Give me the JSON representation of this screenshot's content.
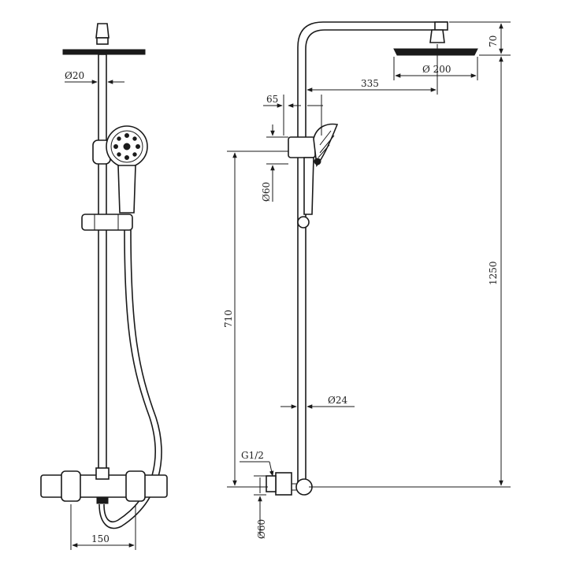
{
  "colors": {
    "ink": "#1a1a1a",
    "background": "#ffffff"
  },
  "front_view": {
    "pipe_diameter_label": "Ø20",
    "bar_spacing_label": "150"
  },
  "side_view": {
    "height_top_label": "70",
    "arm_reach_label": "335",
    "head_diameter_label": "Ø 200",
    "holder_offset_label": "65",
    "holder_diameter_label": "Ø60",
    "total_height_label": "1250",
    "riser_height_label": "710",
    "riser_diameter_label": "Ø24",
    "thread_label": "G1/2",
    "flange_diameter_label": "Ø60"
  }
}
